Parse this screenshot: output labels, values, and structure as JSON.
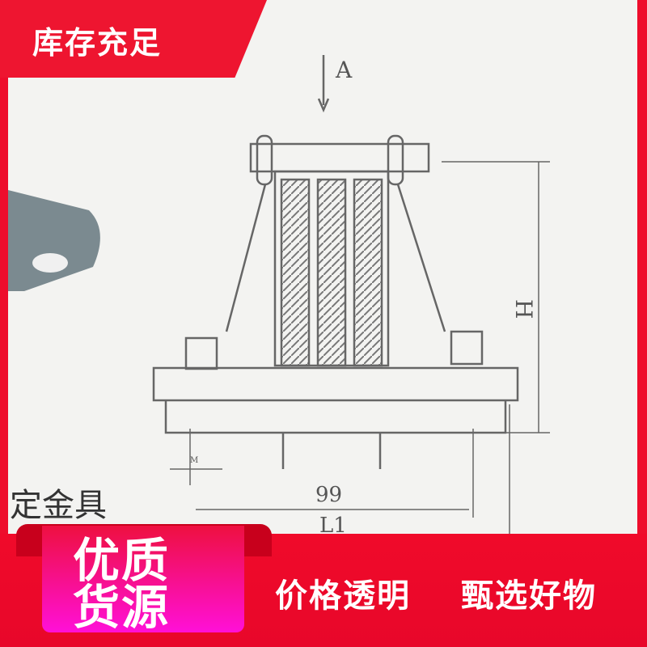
{
  "banner": {
    "stock_label": "库存充足"
  },
  "drawing": {
    "view_label": "A",
    "height_label": "H",
    "m_label": "M",
    "width_label": "99",
    "length_label": "L1",
    "caption": "定金具"
  },
  "ribbon": {
    "line1": "优质",
    "line2": "货源"
  },
  "slogans": [
    "价格透明",
    "甄选好物"
  ],
  "colors": {
    "brand_red": "#ee0d2c",
    "ribbon_pink": "#ff10d8"
  }
}
